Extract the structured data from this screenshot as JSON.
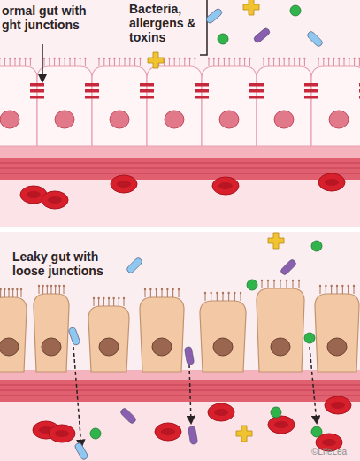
{
  "diagram": {
    "labels": [
      "ormal gut with ght junctions",
      "Bacteria, allergens & toxins",
      "Leaky gut with loose junctions",
      "©LifeLea"
    ]
  }
}
